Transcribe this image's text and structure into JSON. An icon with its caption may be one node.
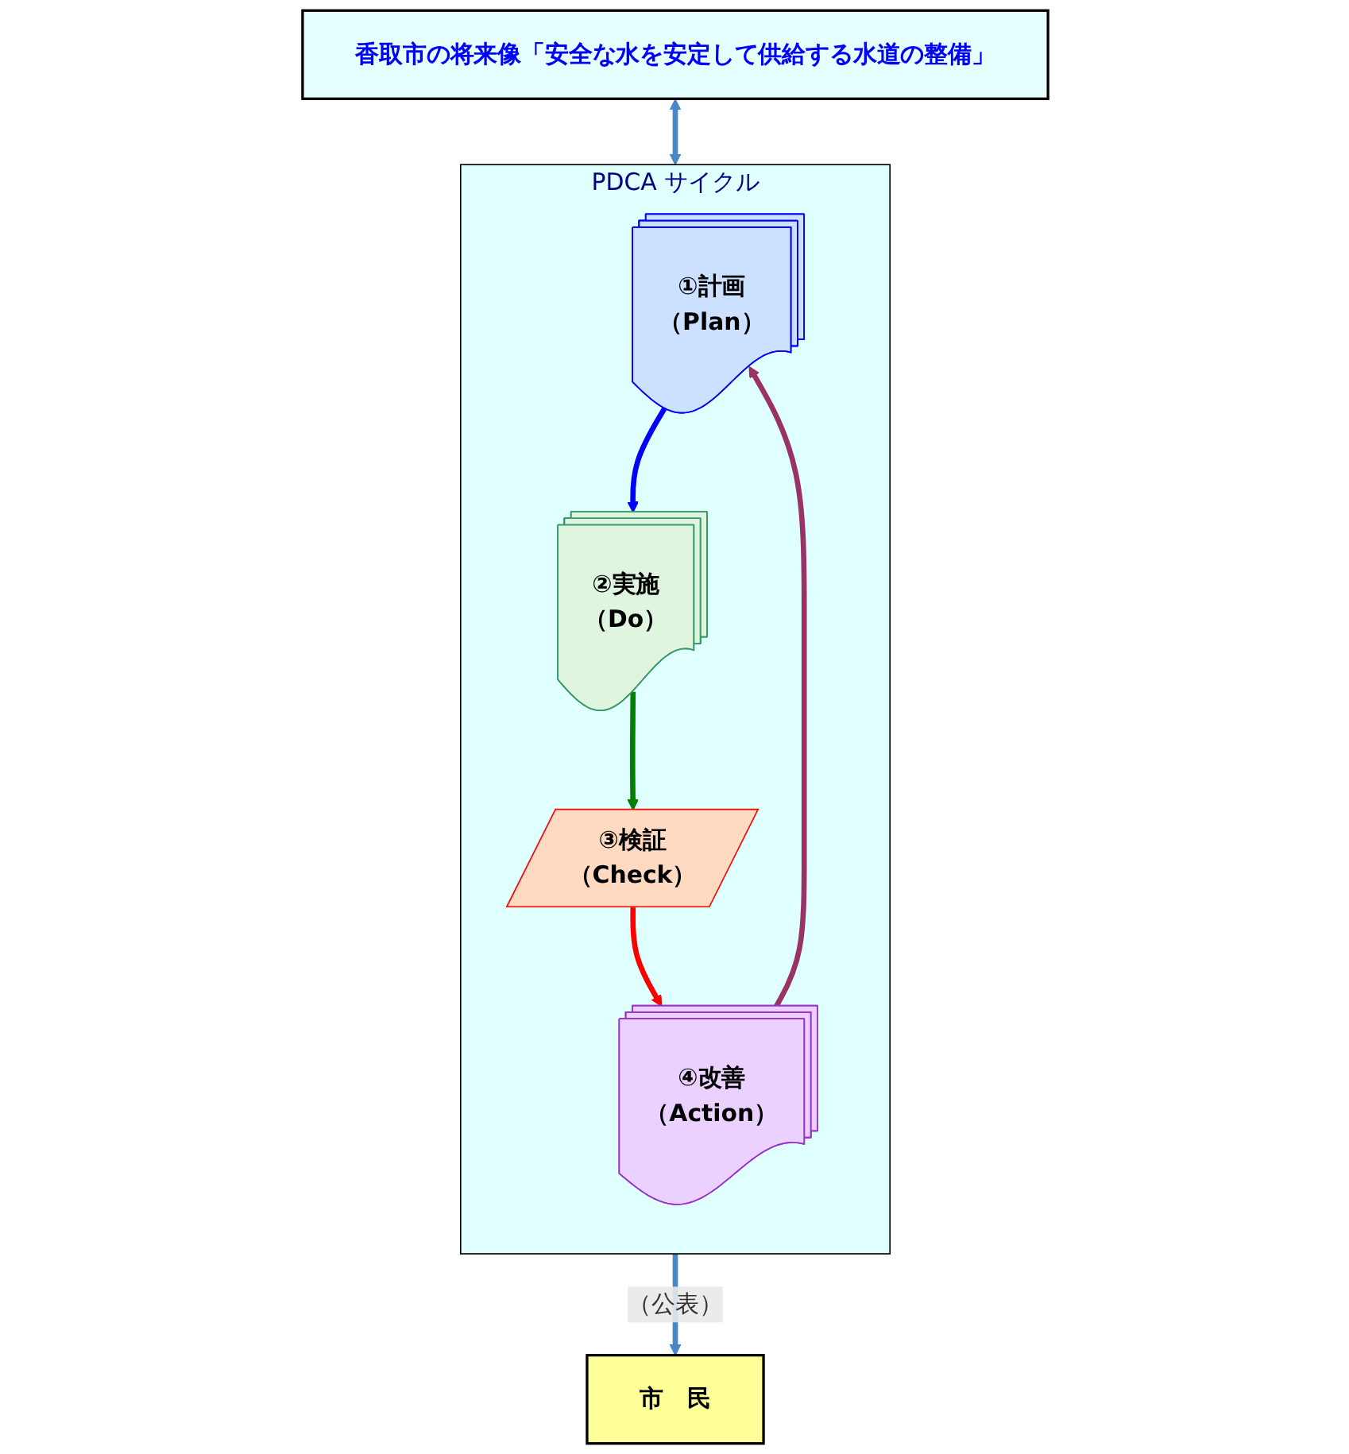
{
  "diagram": {
    "nodes": [
      {
        "text": [
          "香取市の将来像「安全な水を安定して供給する水道の整備」"
        ]
      },
      {
        "text": [
          "PDCA サイクル"
        ]
      },
      {
        "text": [
          "①計画",
          "（Plan）"
        ],
        "in": 1
      },
      {
        "text": [
          "②実施",
          "（Do）"
        ],
        "in": 1
      },
      {
        "text": [
          "③検証",
          "（Check）"
        ],
        "in": 1
      },
      {
        "text": [
          "④改善",
          "（Action）"
        ],
        "in": 1
      },
      {
        "text": [
          "市　民"
        ]
      }
    ],
    "edges": [
      {
        "from": 0,
        "to": 1,
        "arrow": "both"
      },
      {
        "from": 2,
        "to": 3,
        "arrow": "to",
        "color": "#0000ff"
      },
      {
        "from": 3,
        "to": 4,
        "arrow": "to",
        "color": "#008000"
      },
      {
        "from": 4,
        "to": 5,
        "arrow": "to",
        "color": "#ff0000"
      },
      {
        "from": 5,
        "to": 2,
        "arrow": "to",
        "color": "#993366"
      },
      {
        "from": 1,
        "to": 6,
        "label": "（公表）",
        "arrow": "to"
      }
    ]
  }
}
